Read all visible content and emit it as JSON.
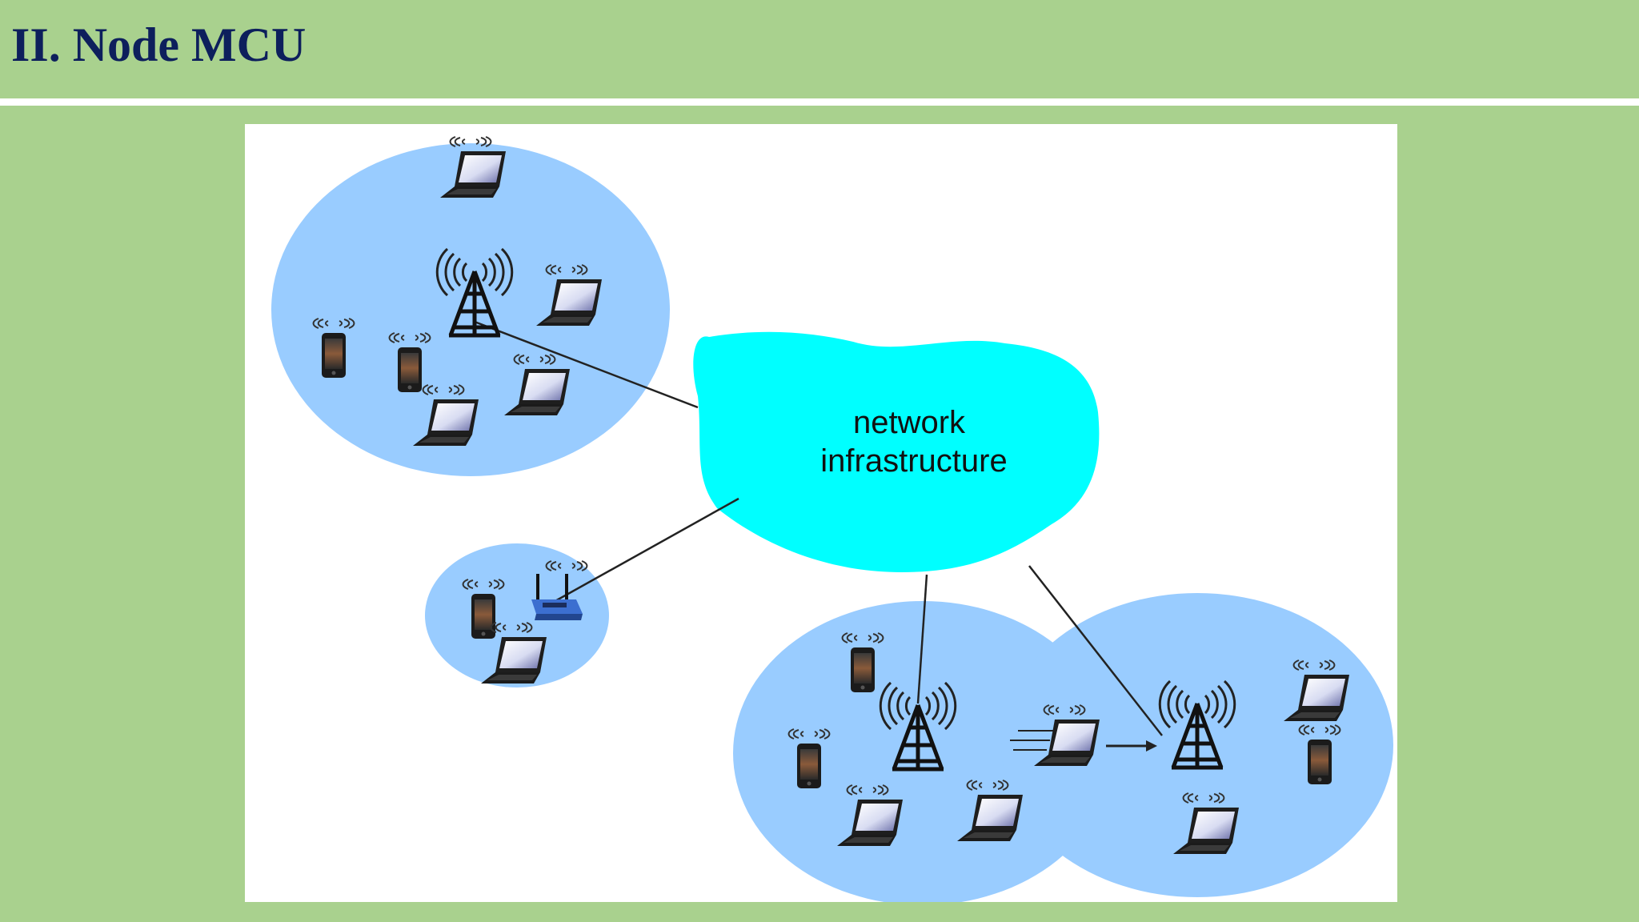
{
  "slide": {
    "title": "II. Node MCU"
  },
  "diagram": {
    "cloud_label_line1": "network",
    "cloud_label_line2": "infrastructure",
    "colors": {
      "background": "#a9d18e",
      "title": "#0d1f5c",
      "cell": "#99ccff",
      "cloud": "#00ffff"
    }
  }
}
